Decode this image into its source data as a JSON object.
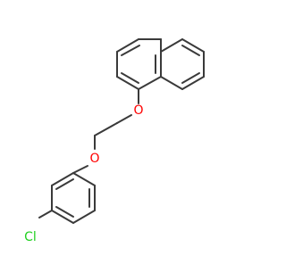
{
  "molecule": {
    "atom_labels": {
      "oxygen_upper": "O",
      "oxygen_lower": "O",
      "chlorine": "Cl"
    },
    "colors": {
      "bond": "#3a3a3a",
      "oxygen": "#ff0000",
      "chlorine": "#1fd01f",
      "background": "#ffffff"
    }
  }
}
